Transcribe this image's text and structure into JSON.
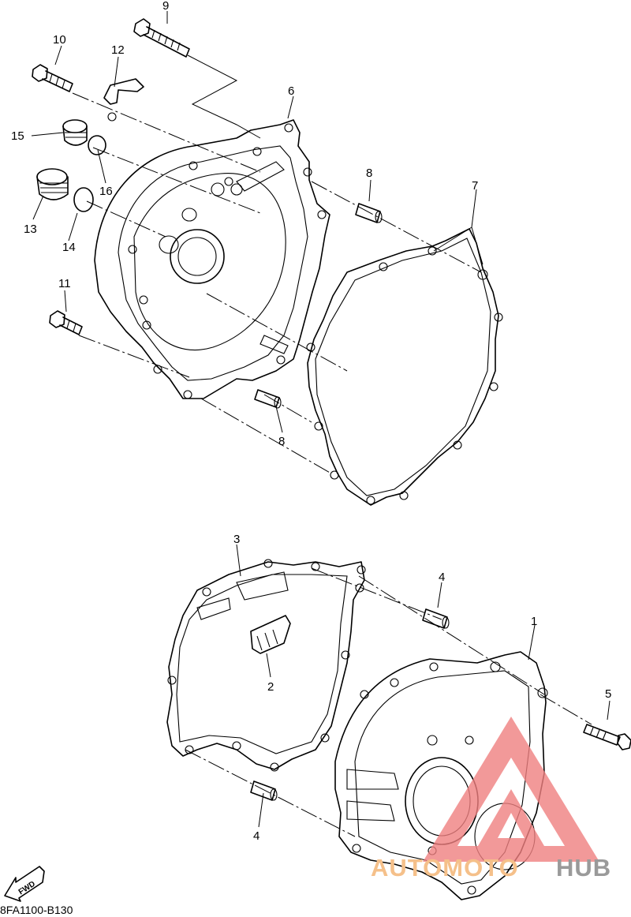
{
  "diagram_code": "8FA1100-B130",
  "fwd_label": "FWD",
  "watermark": {
    "text_left": "AUTOMOTO",
    "text_right": "HUB",
    "color_left": "#f5c08a",
    "color_right": "#9a9a9a",
    "logo_color": "#f08080"
  },
  "callouts": [
    "1",
    "2",
    "3",
    "4",
    "4",
    "5",
    "6",
    "7",
    "8",
    "8",
    "9",
    "10",
    "11",
    "12",
    "13",
    "14",
    "15",
    "16"
  ]
}
